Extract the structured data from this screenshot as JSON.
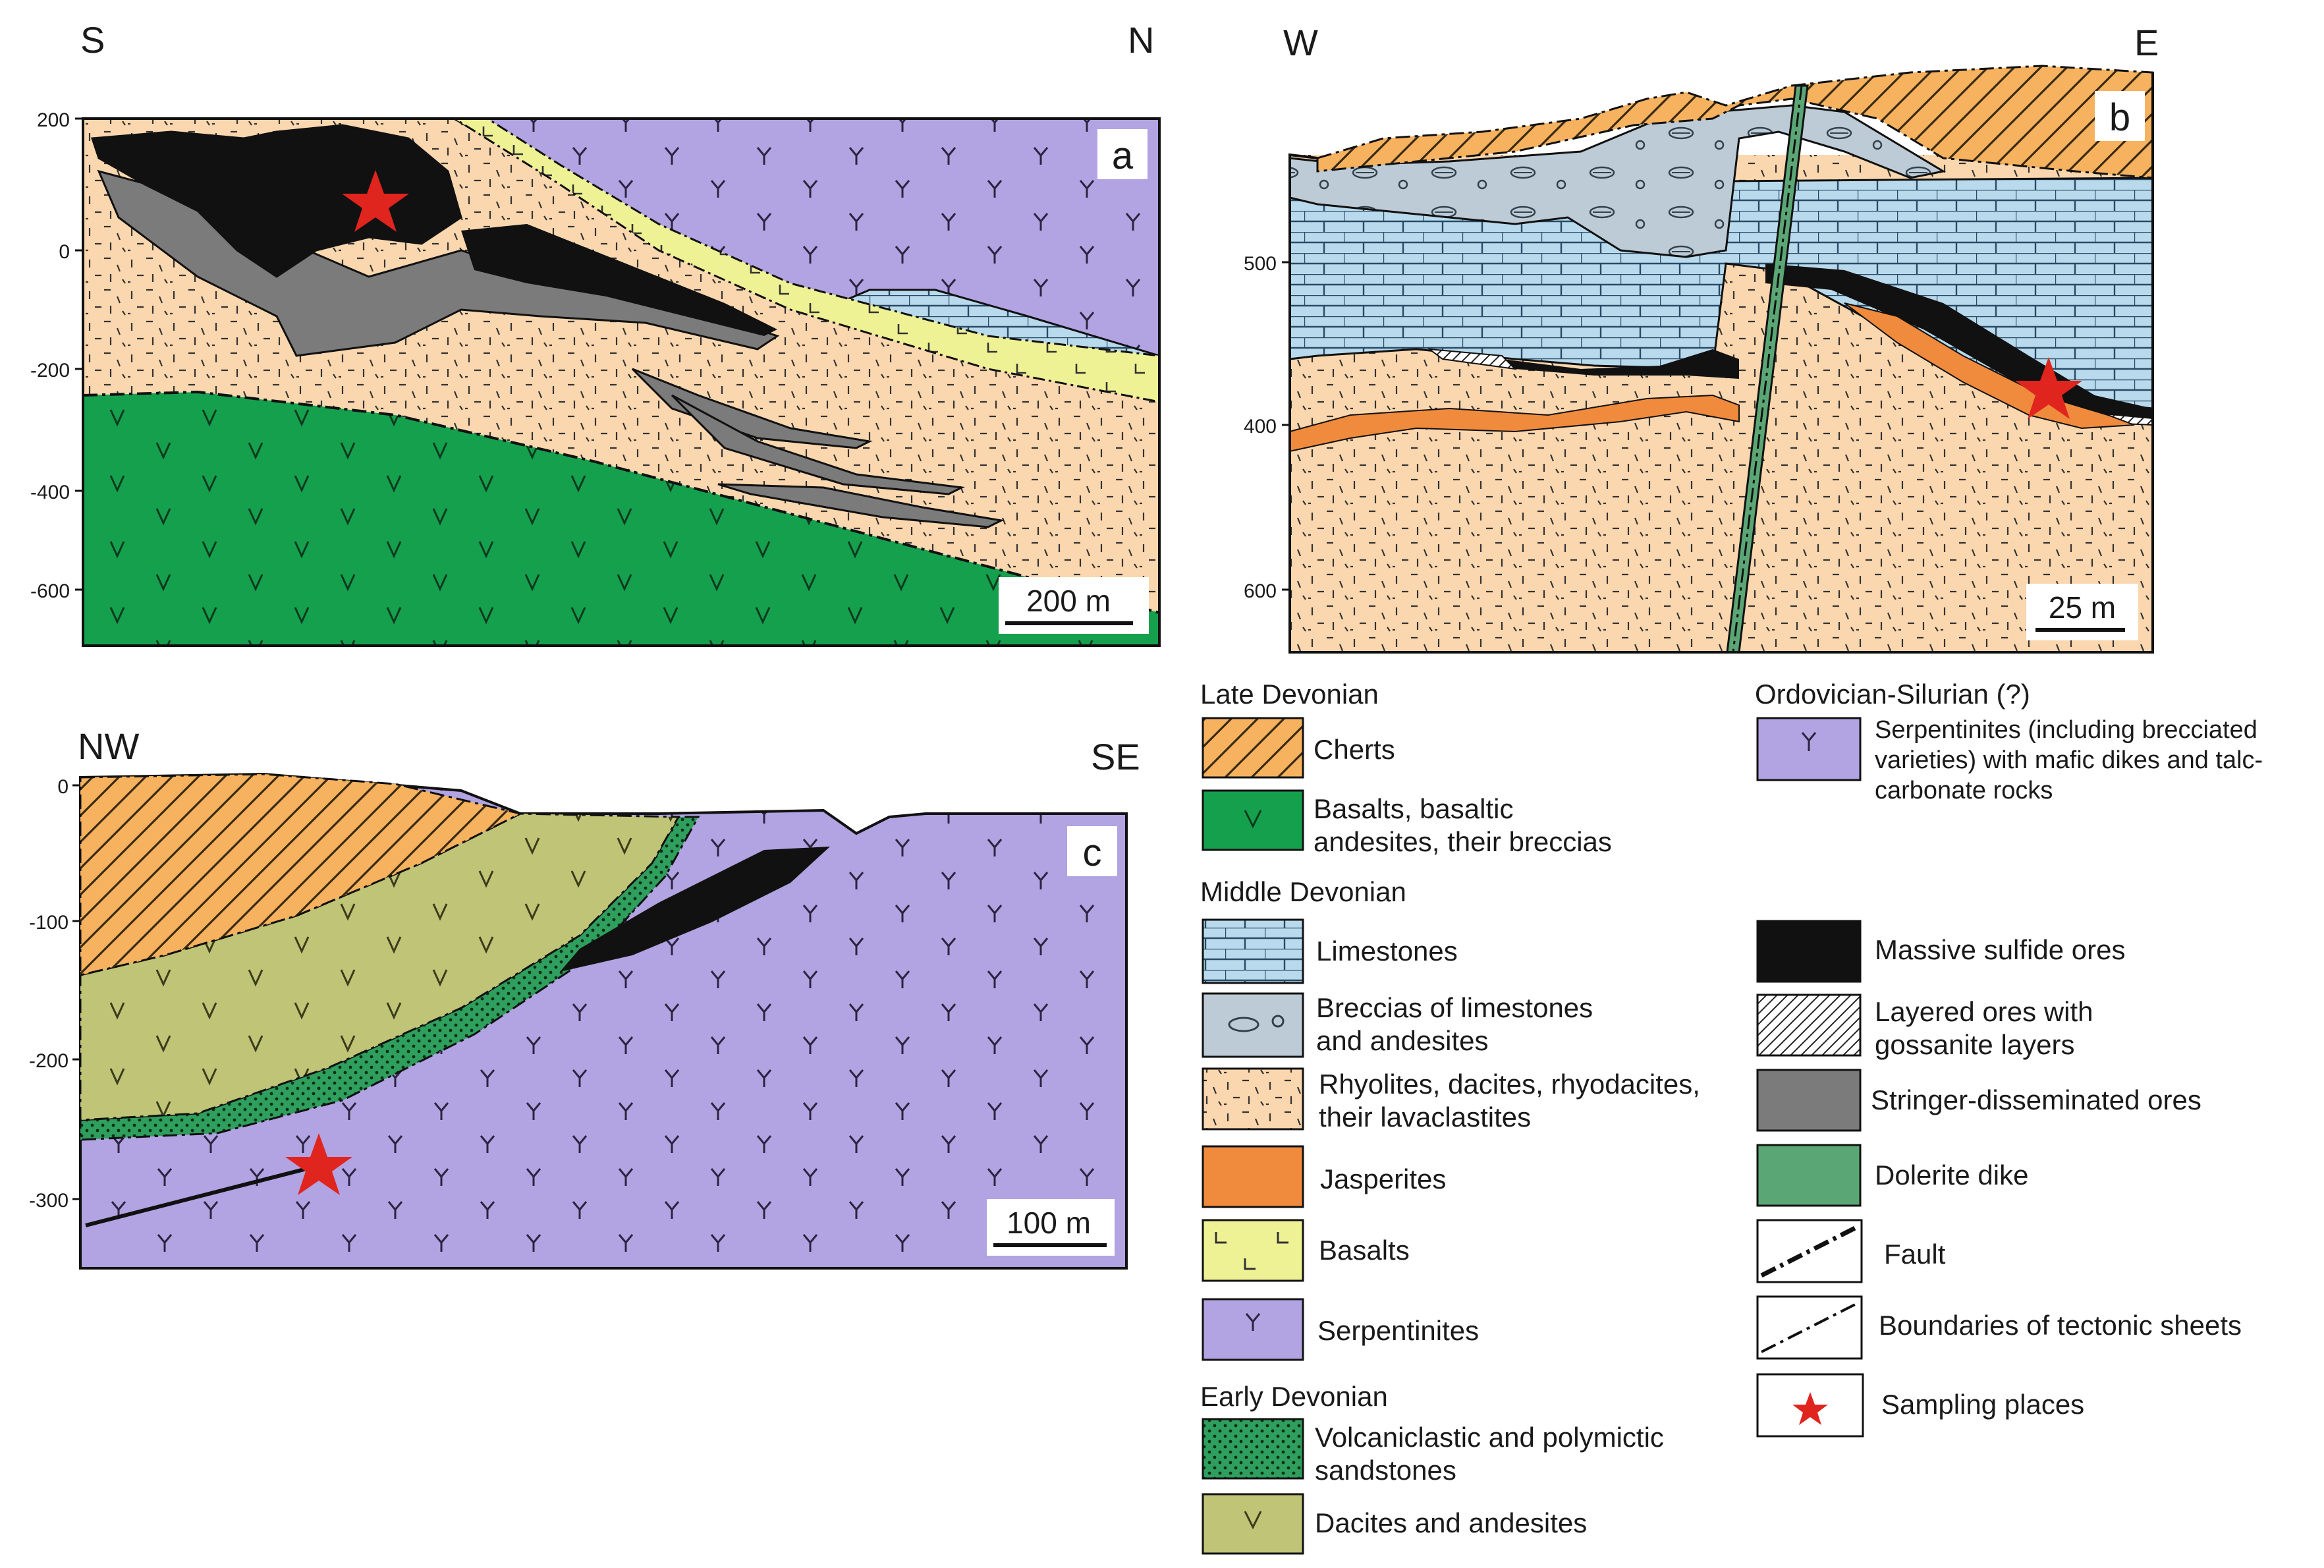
{
  "colors": {
    "cherts": "#F6B25E",
    "basalts_breccias": "#15A04E",
    "limestones": "#B8DAEC",
    "breccias_lime": "#BCCBD6",
    "rhyolites": "#FAD7AE",
    "jasperites": "#F08A3C",
    "basalts": "#EEF294",
    "serpentinites": "#B2A3E2",
    "volcaniclastic": "#2E9F5D",
    "dacites": "#BFC477",
    "massive": "#111111",
    "stringer": "#7B7B7B",
    "dolerite": "#5AA775",
    "star": "#E0241E"
  },
  "section_a": {
    "label": "a",
    "dir_left": "S",
    "dir_right": "N",
    "y_ticks": [
      "200",
      "0",
      "-200",
      "-400",
      "-600"
    ],
    "scale": "200 m"
  },
  "section_b": {
    "label": "b",
    "dir_left": "W",
    "dir_right": "E",
    "y_ticks": [
      "500",
      "400",
      "600"
    ],
    "scale": "25 m"
  },
  "section_c": {
    "label": "c",
    "dir_left": "NW",
    "dir_right": "SE",
    "y_ticks": [
      "0",
      "-100",
      "-200",
      "-300"
    ],
    "scale": "100 m"
  },
  "legend": {
    "late_devonian": "Late Devonian",
    "cherts": "Cherts",
    "basalts_breccias_1": "Basalts, basaltic",
    "basalts_breccias_2": "andesites, their breccias",
    "middle_devonian": "Middle Devonian",
    "limestones": "Limestones",
    "breccias_1": "Breccias of limestones",
    "breccias_2": "and andesites",
    "rhyolites_1": "Rhyolites, dacites, rhyodacites,",
    "rhyolites_2": "their lavaclastites",
    "jasperites": "Jasperites",
    "basalts": "Basalts",
    "serpentinites": "Serpentinites",
    "early_devonian": "Early Devonian",
    "volcaniclastic_1": "Volcaniclastic and polymictic",
    "volcaniclastic_2": "sandstones",
    "dacites": "Dacites and andesites",
    "ordovician": "Ordovician-Silurian (?)",
    "serp_os_1": "Serpentinites (including brecciated",
    "serp_os_2": "varieties) with mafic dikes and talc-",
    "serp_os_3": "carbonate rocks",
    "massive": "Massive sulfide ores",
    "layered_1": "Layered ores with",
    "layered_2": "gossanite layers",
    "stringer": "Stringer-disseminated ores",
    "dolerite": "Dolerite dike",
    "fault": "Fault",
    "boundaries": "Boundaries of tectonic sheets",
    "sampling": "Sampling places"
  }
}
